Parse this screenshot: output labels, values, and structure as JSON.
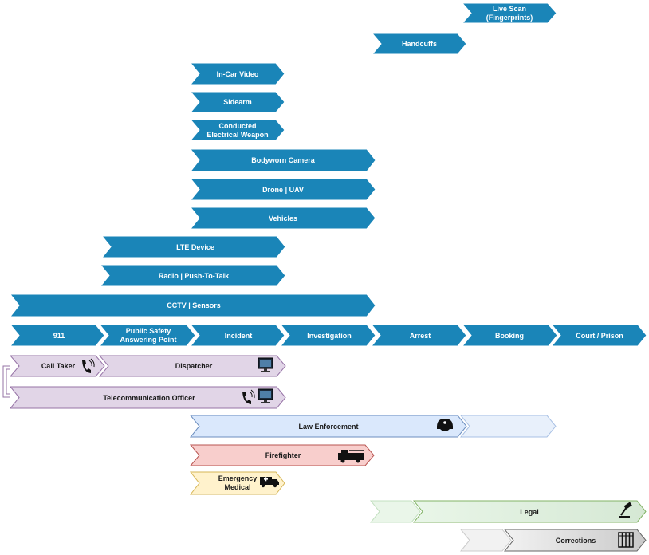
{
  "colors": {
    "blue": "#1a85b8",
    "blue_stroke": "#ffffff",
    "purple_fill": "#e1d5e7",
    "purple_stroke": "#9673a6",
    "lightblue_fill": "#dae8fc",
    "lightblue_stroke": "#6c8ebf",
    "red_fill": "#f8cecc",
    "red_stroke": "#b85450",
    "yellow_fill": "#fff2cc",
    "yellow_stroke": "#d6b656",
    "green_fill": "#d5e8d4",
    "green_stroke": "#82b366",
    "gray_fill": "#e6e6e6",
    "gray_stroke": "#666666"
  },
  "equipment": {
    "live_scan": [
      "Live Scan",
      "(Fingerprints)"
    ],
    "handcuffs": "Handcuffs",
    "in_car_video": "In-Car Video",
    "sidearm": "Sidearm",
    "conducted_weapon": [
      "Conducted",
      "Electrical Weapon"
    ],
    "bodyworn_camera": "Bodyworn Camera",
    "drone": "Drone | UAV",
    "vehicles": "Vehicles",
    "lte_device": "LTE Device",
    "radio": "Radio | Push-To-Talk",
    "cctv": "CCTV | Sensors"
  },
  "stages": {
    "s911": "911",
    "psap": [
      "Public Safety",
      "Answering Point"
    ],
    "incident": "Incident",
    "investigation": "Investigation",
    "arrest": "Arrest",
    "booking": "Booking",
    "court": "Court / Prison"
  },
  "roles": {
    "call_taker": "Call Taker",
    "dispatcher": "Dispatcher",
    "telecom_officer": "Telecommunication Officer",
    "law_enforcement": "Law Enforcement",
    "firefighter": "Firefighter",
    "ems": [
      "Emergency",
      "Medical"
    ],
    "legal": "Legal",
    "corrections": "Corrections"
  },
  "icons": {
    "phone": "phone-icon",
    "monitor": "monitor-icon",
    "police_hat": "police-hat-icon",
    "fire_truck": "fire-truck-icon",
    "ambulance": "ambulance-icon",
    "gavel": "gavel-icon",
    "jail": "jail-icon"
  }
}
